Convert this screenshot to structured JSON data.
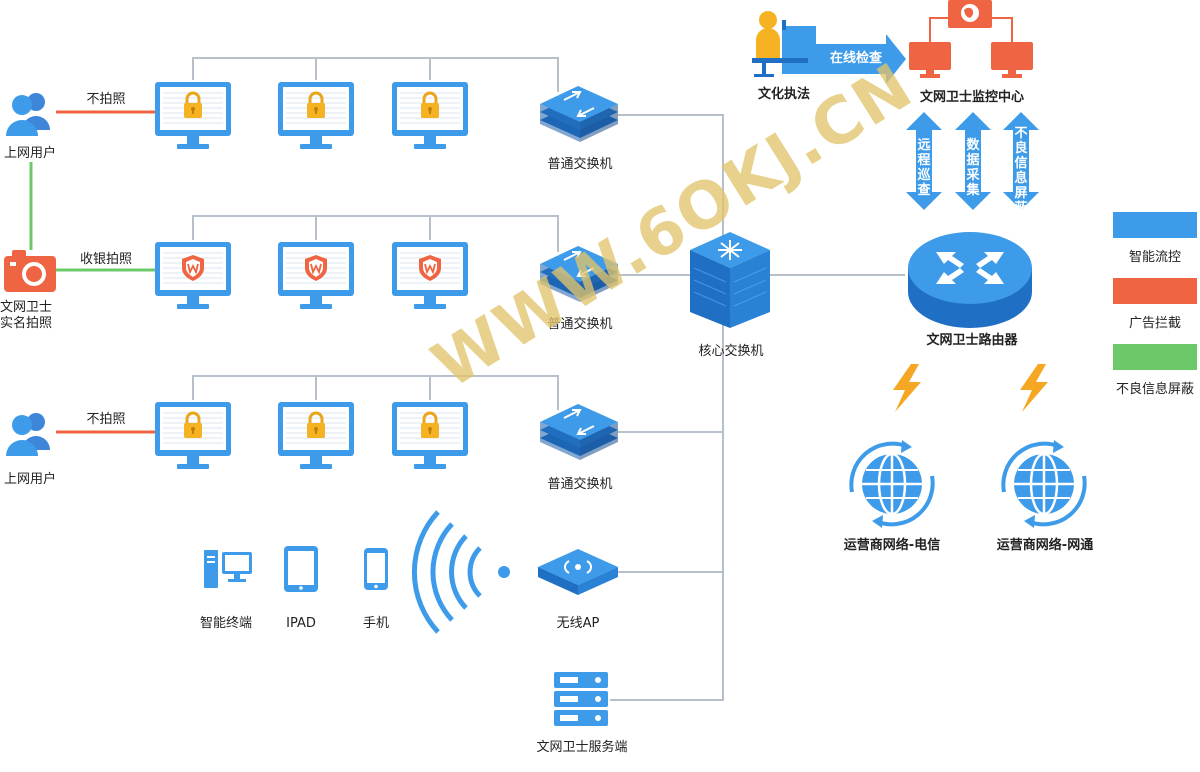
{
  "labels": {
    "user_top": "上网用户",
    "user_bottom": "上网用户",
    "camera": "文网卫士实名拍照",
    "no_photo_top": "不拍照",
    "cashier_photo": "收银拍照",
    "no_photo_bottom": "不拍照",
    "switch_1": "普通交换机",
    "switch_2": "普通交换机",
    "switch_3": "普通交换机",
    "core_switch": "核心交换机",
    "culture": "文化执法",
    "online_check": "在线检查",
    "monitor_center": "文网卫士监控中心",
    "arrow_remote": "远程巡查",
    "arrow_data": "数据采集",
    "arrow_block": "不良信息屏蔽",
    "router": "文网卫士路由器",
    "isp_telecom": "运营商网络-电信",
    "isp_netcom": "运营商网络-网通",
    "device_terminal": "智能终端",
    "device_ipad": "IPAD",
    "device_phone": "手机",
    "wireless_ap": "无线AP",
    "server": "文网卫士服务端"
  },
  "legend": [
    {
      "label": "智能流控",
      "color": "#3d9be9"
    },
    {
      "label": "广告拦截",
      "color": "#ef6442"
    },
    {
      "label": "不良信息屏蔽",
      "color": "#6cc96a"
    }
  ],
  "watermark": "WWW.6OKJ.CN",
  "icons": {
    "user": "users-icon",
    "camera": "camera-icon",
    "monitor_lock": "lock-icon",
    "monitor_shield": "shield-icon",
    "switch": "switch-icon",
    "router": "router-icon",
    "globe": "globe-icon",
    "server": "server-icon",
    "wifi": "wifi-icon"
  },
  "colors": {
    "primary_blue": "#3d9be9",
    "dark_blue": "#1f6fc4",
    "red_line": "#ef6442",
    "green_line": "#6cc96a",
    "gold": "#f5b324",
    "link_gray": "#b7c0c9"
  }
}
